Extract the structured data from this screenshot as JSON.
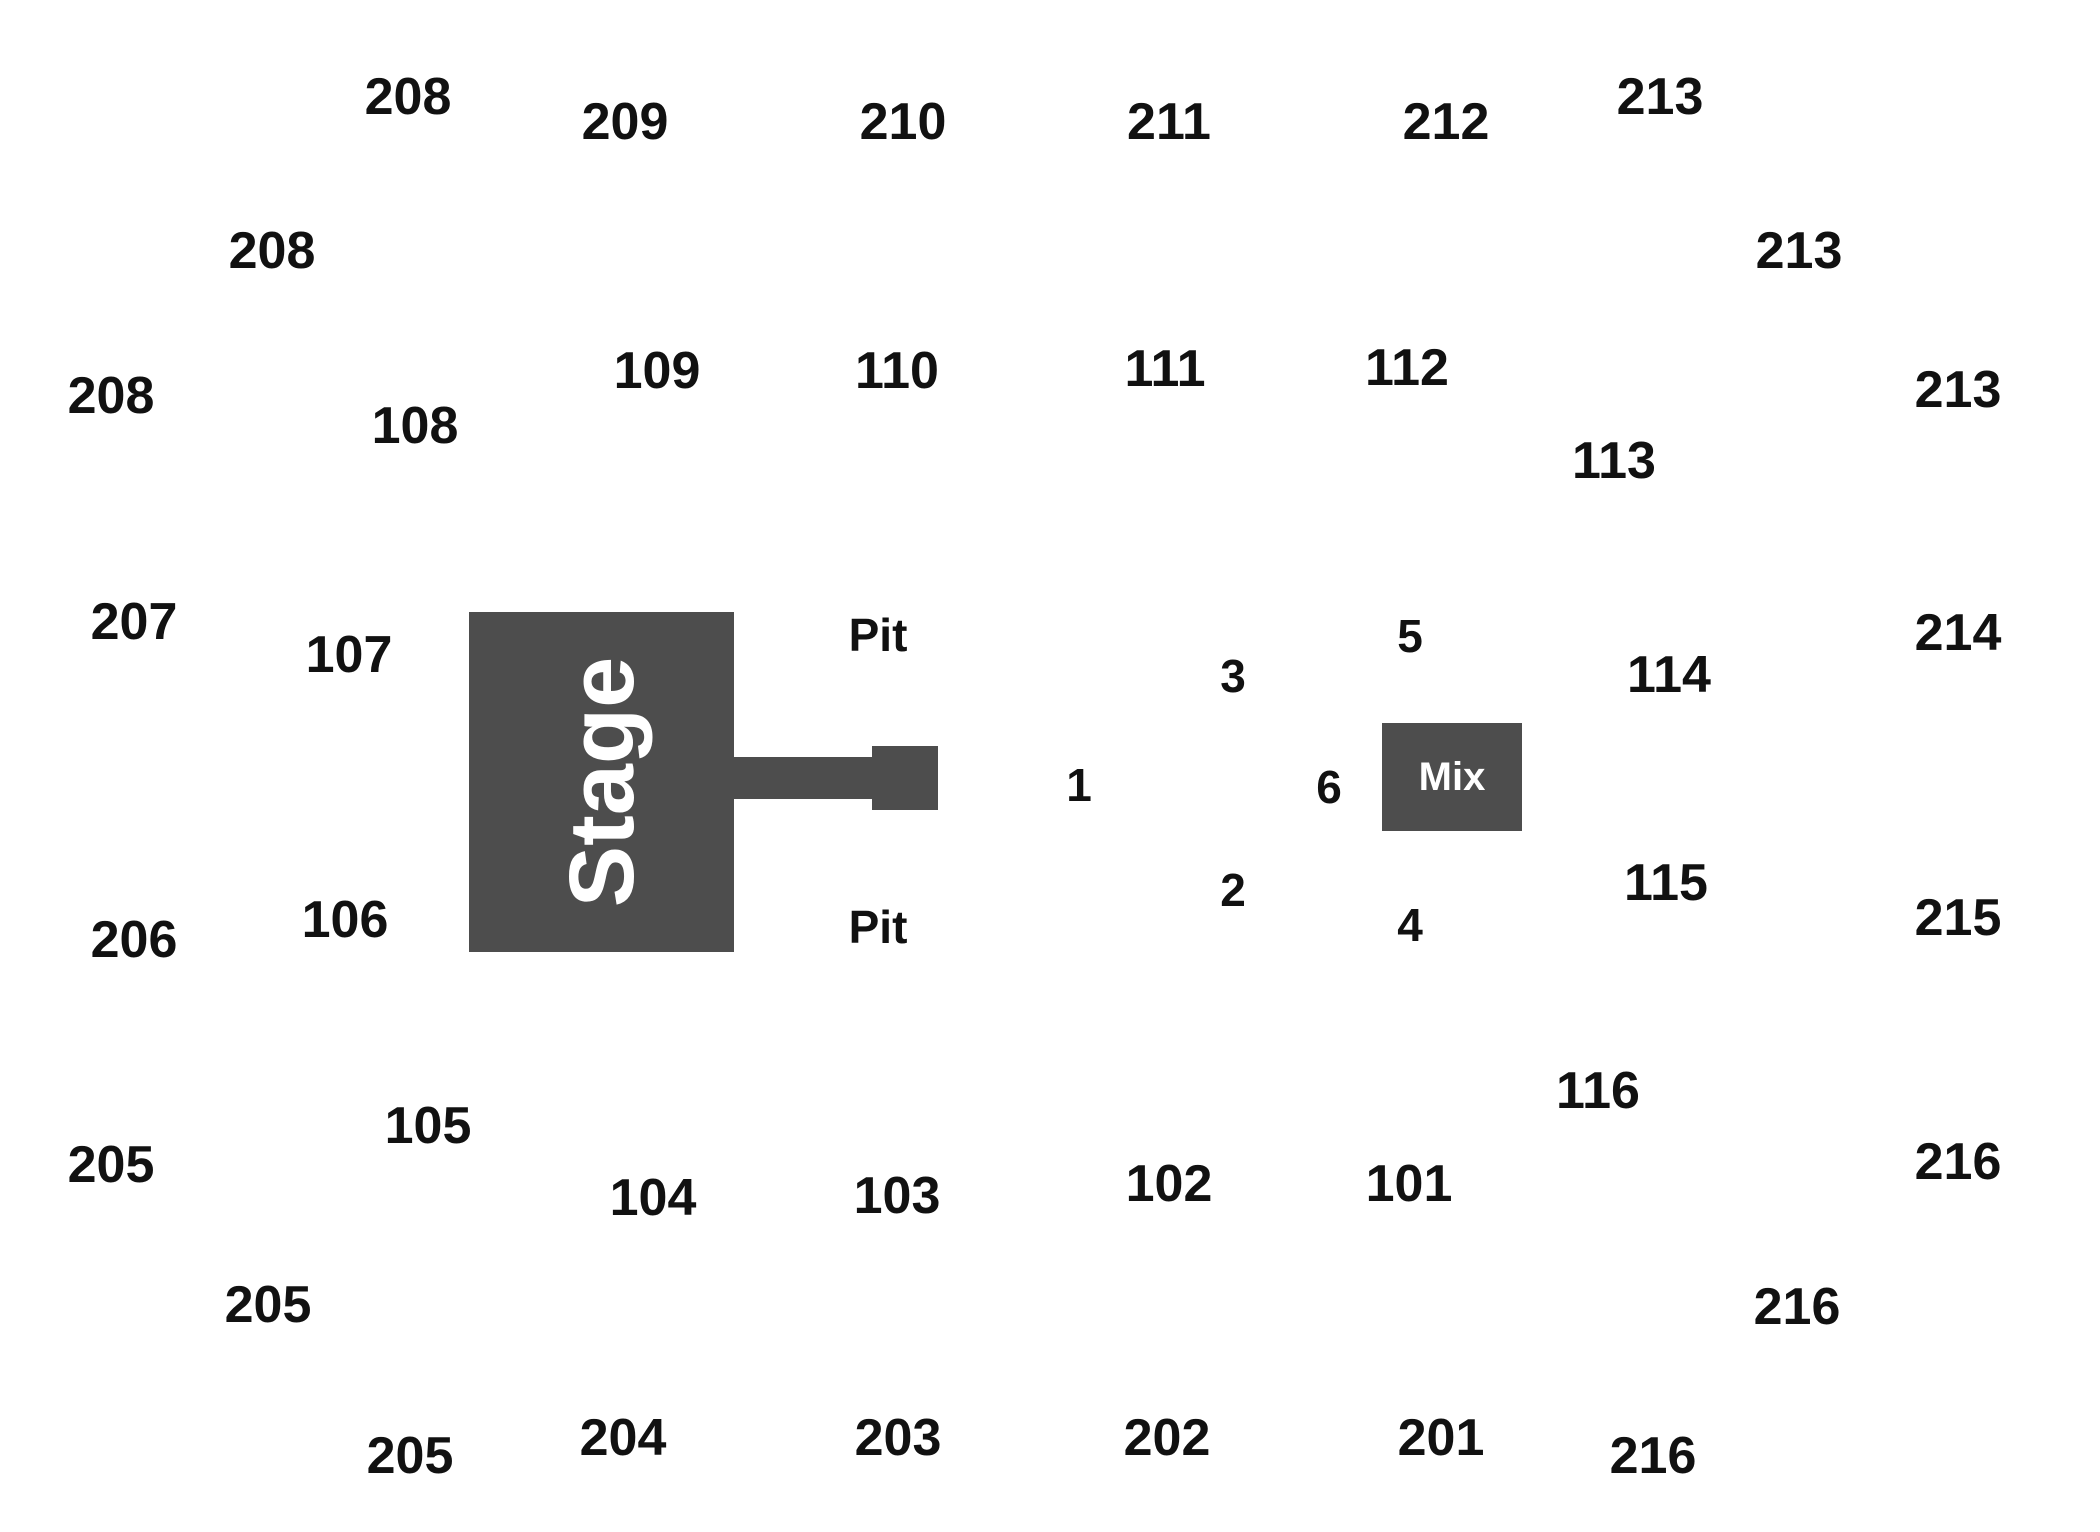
{
  "venue_map": {
    "stage_label": "Stage",
    "mix_label": "Mix",
    "pit_labels": [
      "Pit",
      "Pit"
    ],
    "floor_sections": [
      "1",
      "2",
      "3",
      "4",
      "5",
      "6"
    ],
    "lower_sections": [
      "101",
      "102",
      "103",
      "104",
      "105",
      "106",
      "107",
      "108",
      "109",
      "110",
      "111",
      "112",
      "113",
      "114",
      "115",
      "116"
    ],
    "upper_sections": [
      "201",
      "202",
      "203",
      "204",
      "205",
      "205",
      "205",
      "206",
      "207",
      "208",
      "208",
      "208",
      "209",
      "210",
      "211",
      "212",
      "213",
      "213",
      "213",
      "214",
      "215",
      "216",
      "216",
      "216"
    ],
    "colors": {
      "block_fill": "#4d4d4d",
      "label_text": "#111111",
      "block_text": "#ffffff",
      "background": "#ffffff"
    }
  }
}
